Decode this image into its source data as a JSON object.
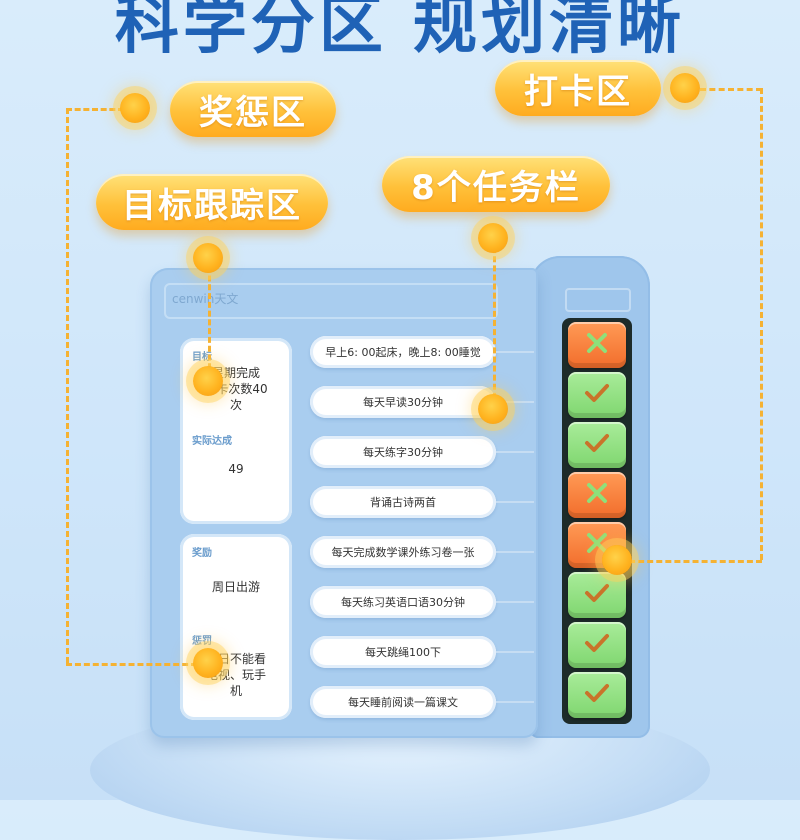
{
  "headline": "科学分区  规划清晰",
  "callouts": {
    "reward": "奖惩区",
    "checkin": "打卡区",
    "goal": "目标跟踪区",
    "tasks": "8个任务栏"
  },
  "board": {
    "brand": "cenwin天文",
    "goal_card": {
      "goal_label": "目标",
      "goal_text_line1": "星期完成",
      "goal_text_line2": "打卡次数40",
      "goal_text_line3": "次",
      "actual_label": "实际达成",
      "actual_value": "49"
    },
    "reward_card": {
      "reward_label": "奖励",
      "reward_text": "周日出游",
      "punish_label": "惩罚",
      "punish_line1": "周日不能看",
      "punish_line2": "电视、玩手",
      "punish_line3": "机"
    },
    "tasks": [
      "早上6: 00起床，晚上8: 00睡觉",
      "每天早读30分钟",
      "每天练字30分钟",
      "背诵古诗两首",
      "每天完成数学课外练习卷一张",
      "每天练习英语口语30分钟",
      "每天跳绳100下",
      "每天睡前阅读一篇课文"
    ],
    "checkin_states": [
      "cross",
      "check",
      "check",
      "cross",
      "cross",
      "check",
      "check",
      "check"
    ]
  },
  "colors": {
    "headline": "#1f62b6",
    "pill": "#ffc13a",
    "check": "#7fd66f",
    "cross": "#f26d2b",
    "board": "#a9cdef"
  }
}
